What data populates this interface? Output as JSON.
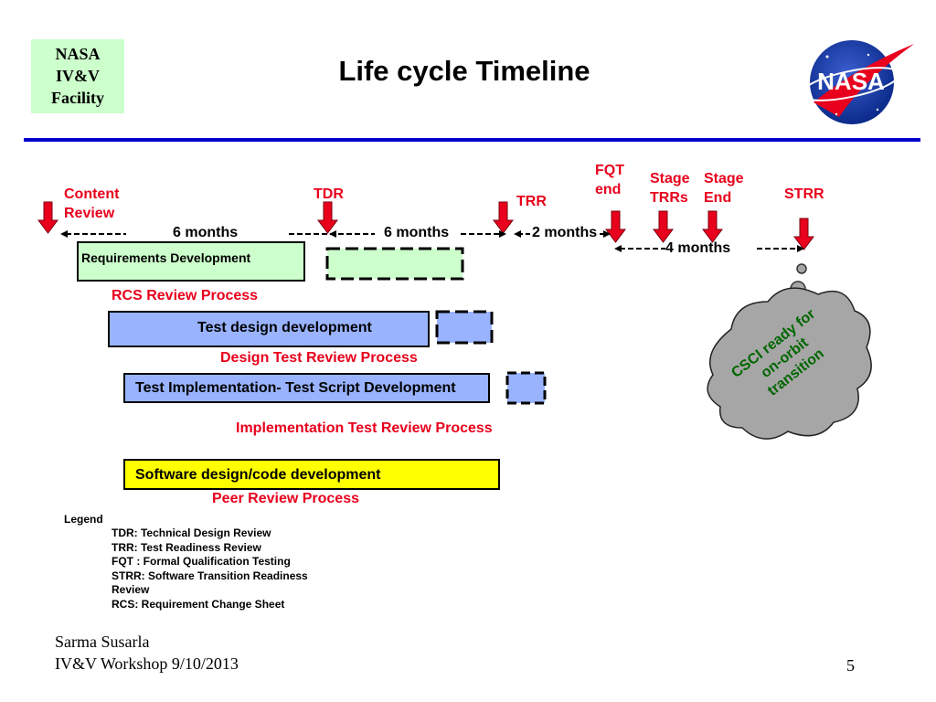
{
  "header": {
    "facility_lines": [
      "NASA",
      "IV&V",
      "Facility"
    ],
    "title": "Life cycle Timeline",
    "logo_text": "NASA"
  },
  "milestones": {
    "content_review": [
      "Content",
      "Review"
    ],
    "tdr": "TDR",
    "trr": "TRR",
    "fqt_end": [
      "FQT",
      "end"
    ],
    "stage_trrs": [
      "Stage",
      "TRRs"
    ],
    "stage_end": [
      "Stage",
      "End"
    ],
    "strr": "STRR"
  },
  "durations": {
    "first": "6 months",
    "second": "6 months",
    "third": "2 months",
    "fourth": "4 months"
  },
  "activities": {
    "requirements": "Requirements Development",
    "rcs_review": "RCS Review Process",
    "test_design": "Test design development",
    "design_review": "Design Test Review Process",
    "test_impl": "Test Implementation- Test Script Development",
    "impl_review": "Implementation Test Review Process",
    "software": "Software design/code development",
    "peer_review": "Peer Review Process"
  },
  "cloud_lines": [
    "CSCI ready for",
    "on-orbit",
    "transition"
  ],
  "legend": {
    "heading": "Legend",
    "items": [
      "TDR: Technical Design Review",
      "TRR: Test Readiness Review",
      "FQT : Formal Qualification Testing",
      "STRR: Software Transition Readiness",
      "Review",
      "RCS:  Requirement Change Sheet"
    ]
  },
  "footer": {
    "author": "Sarma Susarla",
    "event": "IV&V Workshop  9/10/2013",
    "page": "5"
  },
  "colors": {
    "red": "#e8001c",
    "green_box": "#ccffcc",
    "blue_box": "#99b3ff",
    "yellow_box": "#ffff00",
    "rule": "#0000cc",
    "cloud": "#a6a6a6",
    "cloud_text": "#006600"
  }
}
